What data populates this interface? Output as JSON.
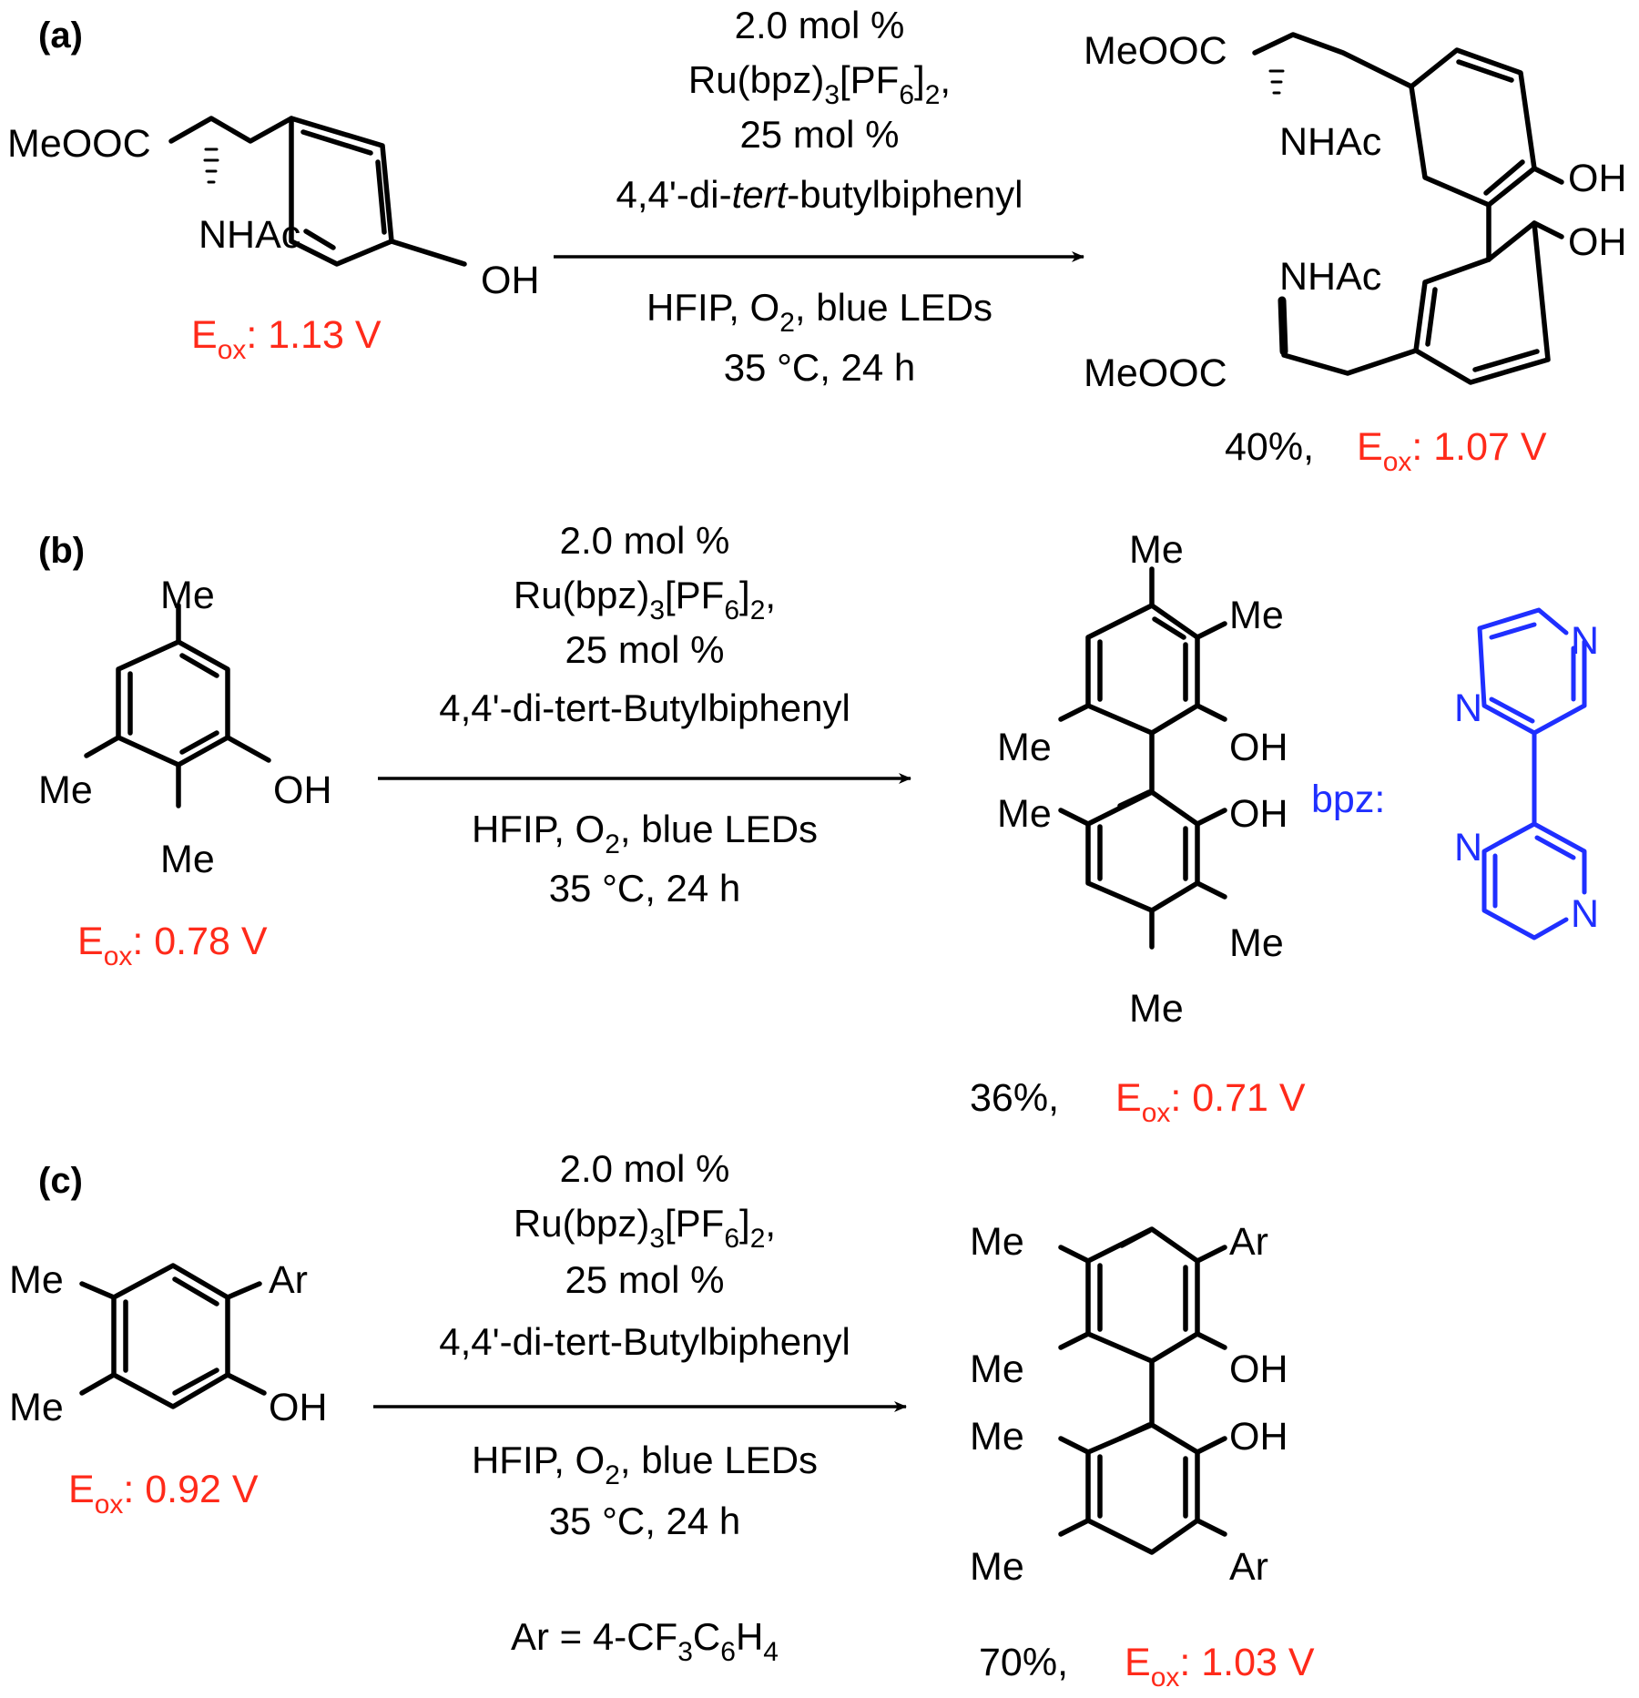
{
  "panels": {
    "a": {
      "label": "(a)",
      "sm": {
        "ester": "MeOOC",
        "amide": "NHAc",
        "oh": "OH",
        "eox": "E",
        "eox_sub": "ox",
        "eox_val": ": 1.13 V"
      },
      "cond": {
        "l1": "2.0 mol %",
        "l2a": "Ru(bpz)",
        "l2b": "3",
        "l2c": "[PF",
        "l2d": "6",
        "l2e": "]",
        "l2f": "2",
        "l2g": ",",
        "l3": "25 mol %",
        "l4a": "4,4'-di-",
        "l4b": "tert",
        "l4c": "-butylbiphenyl",
        "l5a": "HFIP, O",
        "l5b": "2",
        "l5c": ", blue LEDs",
        "l6": "35 °C, 24 h"
      },
      "prod": {
        "ester1": "MeOOC",
        "amide1": "NHAc",
        "oh1": "OH",
        "oh2": "OH",
        "amide2": "NHAc",
        "ester2": "MeOOC",
        "yield": "40%,",
        "eox": "E",
        "eox_sub": "ox",
        "eox_val": ": 1.07 V"
      }
    },
    "b": {
      "label": "(b)",
      "sm": {
        "me_top": "Me",
        "me_left": "Me",
        "me_bottom": "Me",
        "oh": "OH",
        "eox": "E",
        "eox_sub": "ox",
        "eox_val": ": 0.78 V"
      },
      "cond": {
        "l1": "2.0 mol %",
        "l2a": "Ru(bpz)",
        "l2b": "3",
        "l2c": "[PF",
        "l2d": "6",
        "l2e": "]",
        "l2f": "2",
        "l2g": ",",
        "l3": "25 mol %",
        "l4": "4,4'-di-tert-Butylbiphenyl",
        "l5a": "HFIP, O",
        "l5b": "2",
        "l5c": ", blue LEDs",
        "l6": "35 °C, 24 h"
      },
      "prod": {
        "me1": "Me",
        "me2": "Me",
        "me3": "Me",
        "oh1": "OH",
        "oh2": "OH",
        "me4": "Me",
        "me5": "Me",
        "me6": "Me",
        "yield": "36%,",
        "eox": "E",
        "eox_sub": "ox",
        "eox_val": ": 0.71 V"
      },
      "bpz": {
        "label": "bpz:",
        "n1": "N",
        "n2": "N",
        "n3": "N",
        "n4": "N"
      }
    },
    "c": {
      "label": "(c)",
      "sm": {
        "me1": "Me",
        "me2": "Me",
        "ar": "Ar",
        "oh": "OH",
        "eox": "E",
        "eox_sub": "ox",
        "eox_val": ": 0.92 V"
      },
      "cond": {
        "l1": "2.0 mol %",
        "l2a": "Ru(bpz)",
        "l2b": "3",
        "l2c": "[PF",
        "l2d": "6",
        "l2e": "]",
        "l2f": "2",
        "l2g": ",",
        "l3": "25 mol %",
        "l4": "4,4'-di-tert-Butylbiphenyl",
        "l5a": "HFIP, O",
        "l5b": "2",
        "l5c": ", blue LEDs",
        "l6": "35 °C, 24 h",
        "ar_a": "Ar = 4-CF",
        "ar_b": "3",
        "ar_c": "C",
        "ar_d": "6",
        "ar_e": "H",
        "ar_f": "4"
      },
      "prod": {
        "me1": "Me",
        "ar1": "Ar",
        "me2": "Me",
        "oh1": "OH",
        "me3": "Me",
        "oh2": "OH",
        "me4": "Me",
        "ar2": "Ar",
        "yield": "70%,",
        "eox": "E",
        "eox_sub": "ox",
        "eox_val": ": 1.03 V"
      }
    }
  },
  "colors": {
    "eox": "#ff2a1a",
    "bpz": "#1f2fff",
    "ink": "#000000"
  }
}
